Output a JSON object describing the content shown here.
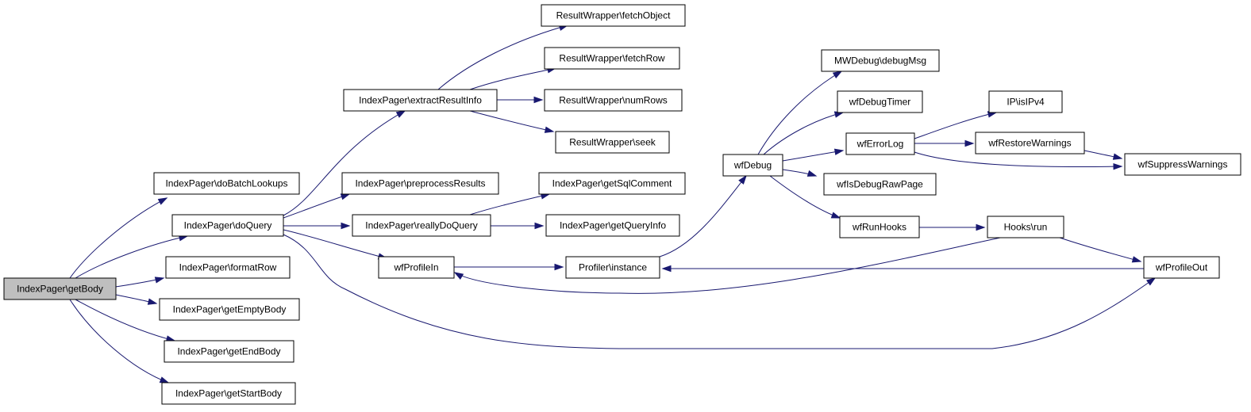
{
  "diagram": {
    "colors": {
      "edge": "#191970",
      "root_fill": "#bfbfbf",
      "node_fill": "#ffffff",
      "node_border": "#000000"
    },
    "nodes": {
      "getBody": "IndexPager\\getBody",
      "doBatchLookups": "IndexPager\\doBatchLookups",
      "doQuery": "IndexPager\\doQuery",
      "formatRow": "IndexPager\\formatRow",
      "getEmptyBody": "IndexPager\\getEmptyBody",
      "getEndBody": "IndexPager\\getEndBody",
      "getStartBody": "IndexPager\\getStartBody",
      "extractResultInfo": "IndexPager\\extractResultInfo",
      "preprocessResults": "IndexPager\\preprocessResults",
      "reallyDoQuery": "IndexPager\\reallyDoQuery",
      "wfProfileIn": "wfProfileIn",
      "fetchObject": "ResultWrapper\\fetchObject",
      "fetchRow": "ResultWrapper\\fetchRow",
      "numRows": "ResultWrapper\\numRows",
      "seek": "ResultWrapper\\seek",
      "getSqlComment": "IndexPager\\getSqlComment",
      "getQueryInfo": "IndexPager\\getQueryInfo",
      "profilerInstance": "Profiler\\instance",
      "wfDebug": "wfDebug",
      "debugMsg": "MWDebug\\debugMsg",
      "wfDebugTimer": "wfDebugTimer",
      "wfErrorLog": "wfErrorLog",
      "wfIsDebugRawPage": "wfIsDebugRawPage",
      "wfRunHooks": "wfRunHooks",
      "isIPv4": "IP\\isIPv4",
      "wfRestoreWarnings": "wfRestoreWarnings",
      "wfSuppressWarnings": "wfSuppressWarnings",
      "hooksRun": "Hooks\\run",
      "wfProfileOut": "wfProfileOut"
    }
  }
}
